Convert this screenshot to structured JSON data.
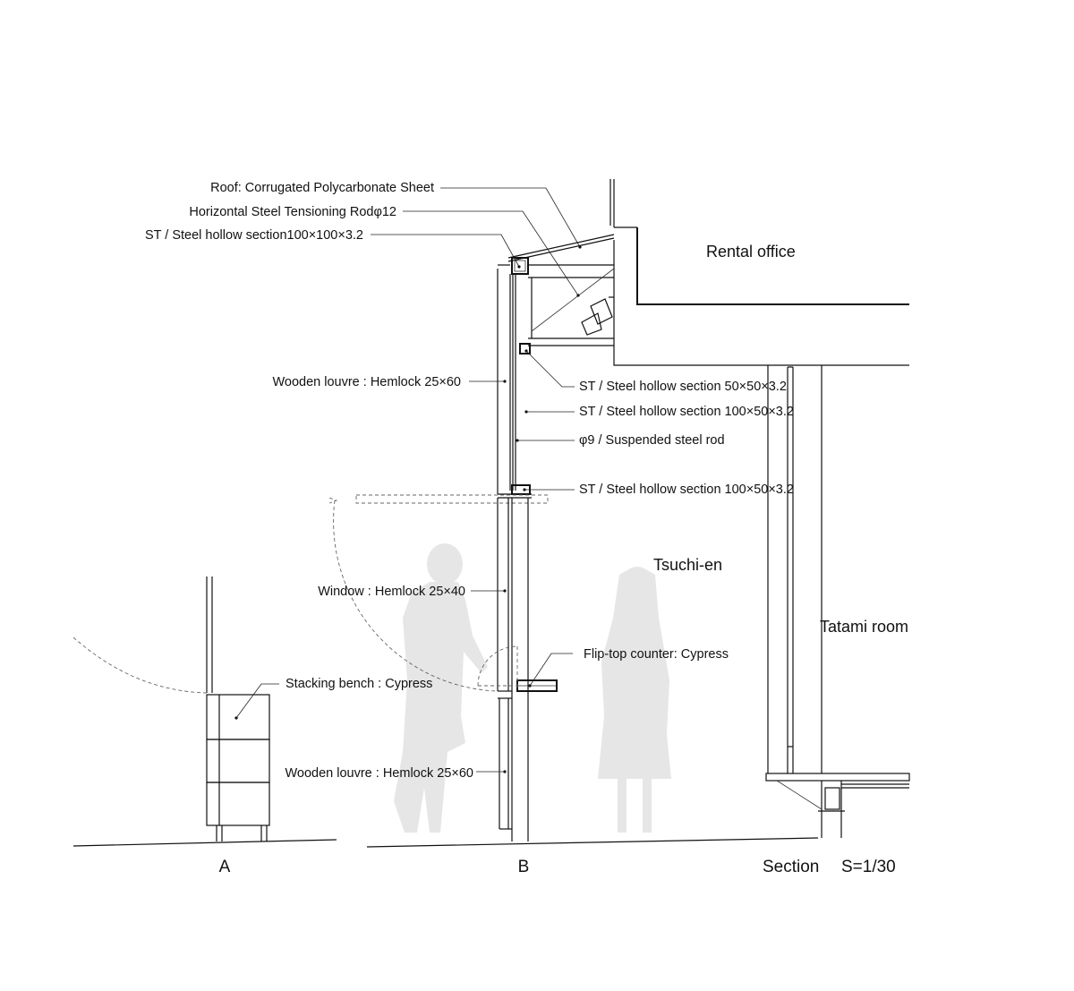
{
  "rooms": {
    "rental_office": "Rental office",
    "tsuchi_en": "Tsuchi-en",
    "tatami_room": "Tatami room"
  },
  "annotations": {
    "roof": "Roof: Corrugated Polycarbonate Sheet",
    "tension_rod": "Horizontal Steel Tensioning Rodφ12",
    "st_100x100": "ST / Steel hollow section100×100×3.2",
    "louvre_upper": "Wooden louvre : Hemlock 25×60",
    "st_50x50": "ST / Steel hollow section 50×50×3.2",
    "st_100x50_a": "ST / Steel hollow section 100×50×3.2",
    "rod_9": "φ9 / Suspended steel rod",
    "st_100x50_b": "ST / Steel hollow section 100×50×3.2",
    "window": "Window : Hemlock 25×40",
    "flip_counter": "Flip-top counter: Cypress",
    "stacking_bench": "Stacking bench : Cypress",
    "louvre_lower": "Wooden louvre : Hemlock 25×60"
  },
  "labels": {
    "a": "A",
    "b": "B",
    "section": "Section",
    "scale": "S=1/30"
  },
  "colors": {
    "line": "#111111",
    "silhouette": "#e6e6e6",
    "dashed": "#666666"
  }
}
